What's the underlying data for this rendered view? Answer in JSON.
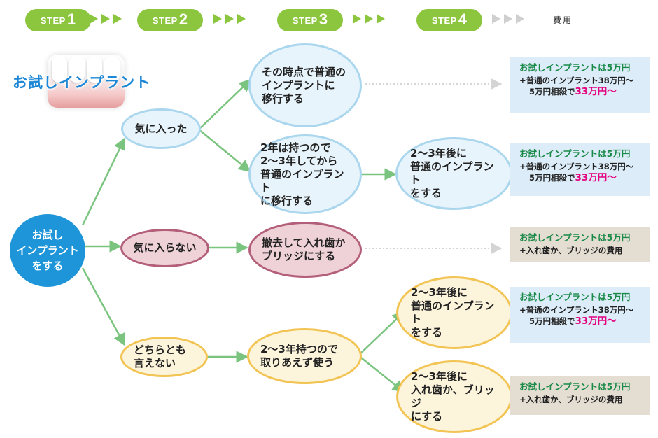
{
  "steps": {
    "items": [
      {
        "label": "STEP",
        "number": "1"
      },
      {
        "label": "STEP",
        "number": "2"
      },
      {
        "label": "STEP",
        "number": "3"
      },
      {
        "label": "STEP",
        "number": "4"
      }
    ],
    "cost_header": "費用"
  },
  "trial_logo": {
    "text": "お試しインプラント"
  },
  "nodes": {
    "start": "お試し\nインプラント\nをする",
    "liked": "気に入った",
    "disliked": "気に入らない",
    "undecided": "どちらとも\n言えない",
    "migrate_now": "その時点で普通の\nインプラントに\n移行する",
    "keep_then_migrate": "2年は持つので\n2〜3年してから\n普通のインプラント\nに移行する",
    "remove_denture": "撤去して入れ歯か\nブリッジにする",
    "keep_use": "2〜3年持つので\n取りあえず使う",
    "later_implant_a": "2〜3年後に\n普通のインプラント\nをする",
    "later_implant_b": "2〜3年後に\n普通のインプラント\nをする",
    "later_denture": "2〜3年後に\n入れ歯か、ブリッジ\nにする"
  },
  "costs": [
    {
      "title": "お試しインプラントは5万円",
      "line1": "+普通のインプラント38万円〜",
      "line2": "5万円相殺で",
      "price": "33万円〜",
      "color": "#dcecf8"
    },
    {
      "title": "お試しインプラントは5万円",
      "line1": "+普通のインプラント38万円〜",
      "line2": "5万円相殺で",
      "price": "33万円〜",
      "color": "#dcecf8"
    },
    {
      "title": "お試しインプラントは5万円",
      "line1": "+入れ歯か、ブリッジの費用",
      "color": "#e4ddd2"
    },
    {
      "title": "お試しインプラントは5万円",
      "line1": "+普通のインプラント38万円〜",
      "line2": "5万円相殺で",
      "price": "33万円〜",
      "color": "#dcecf8"
    },
    {
      "title": "お試しインプラントは5万円",
      "line1": "+入れ歯か、ブリッジの費用",
      "color": "#e4ddd2"
    }
  ],
  "colors": {
    "step_green": "#8cc63f",
    "arrow_green": "#7ac47f",
    "start_blue": "#1d95d8",
    "liked_border": "#aad6ee",
    "disliked_border": "#b35f79",
    "undecided_border": "#f2c454",
    "cost_title_green": "#1a8a48",
    "price_pink": "#e4007f"
  }
}
